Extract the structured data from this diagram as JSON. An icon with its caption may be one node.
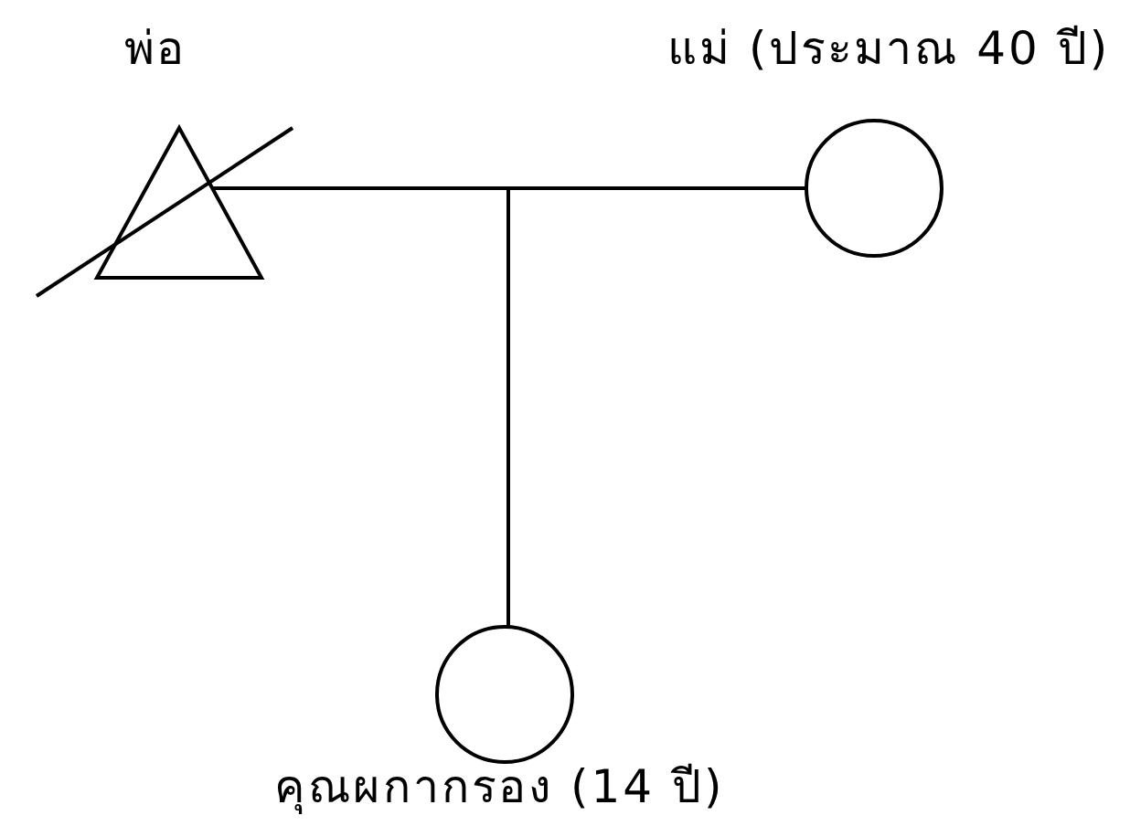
{
  "diagram": {
    "nodes": [
      {
        "text": [
          "พ่อ"
        ]
      },
      {
        "text": [
          "แม่ (ประมาณ 40 ปี)"
        ]
      },
      {
        "text": [
          "คุณผกากรอง (14 ปี)"
        ]
      }
    ],
    "edges": [
      {
        "from": 0,
        "to": 1,
        "arrow": "none"
      },
      {
        "from": null,
        "to": 2,
        "arrow": "none"
      }
    ]
  }
}
